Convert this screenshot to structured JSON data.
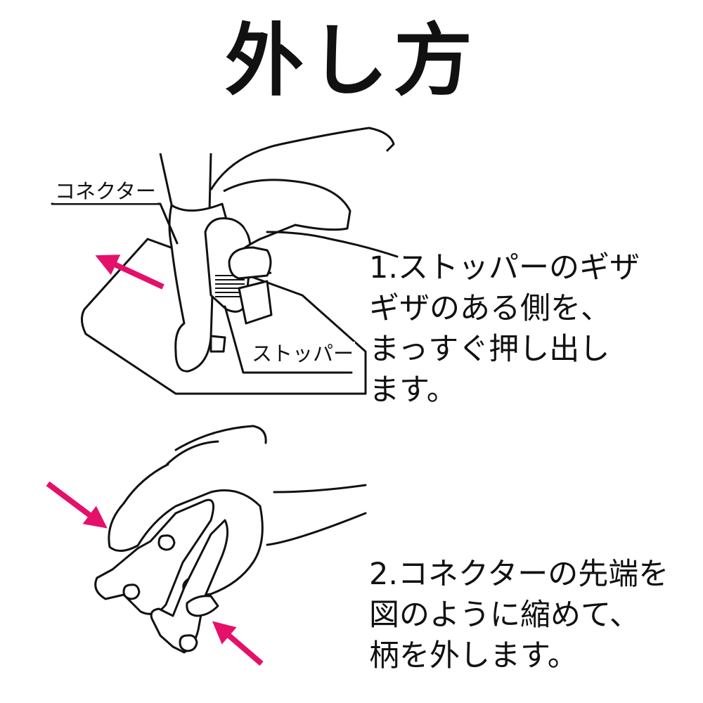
{
  "title": "外し方",
  "steps": [
    {
      "text": "1.ストッパーのギザ\nギザのある側を、\nまっすぐ押し出し\nます。"
    },
    {
      "text": "2.コネクターの先端を\n図のように縮めて、\n柄を外します。"
    }
  ],
  "callouts": {
    "connector": "コネクター",
    "stopper": "ストッパー"
  },
  "colors": {
    "arrow": "#e4106a",
    "line": "#111111"
  },
  "icons": [
    "hand-pushing-stopper-illustration",
    "hand-squeezing-connector-illustration",
    "arrow-icon"
  ]
}
